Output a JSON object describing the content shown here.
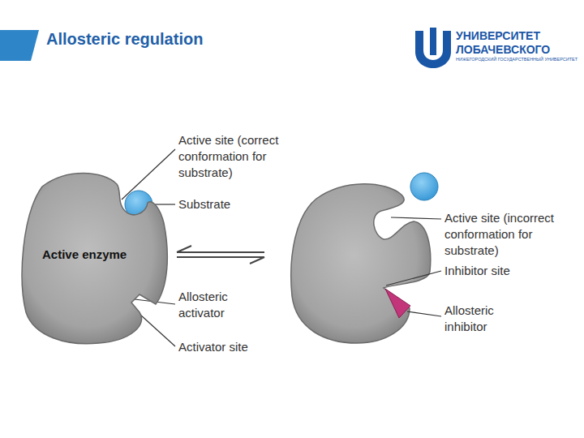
{
  "diagram": {
    "title": "Allosteric regulation",
    "nodes": [
      {
        "text": [
          "Active enzyme"
        ]
      }
    ],
    "labels": [
      "Active site (correct conformation for substrate)",
      "Substrate",
      "Allosteric activator",
      "Activator site",
      "Active site (incorrect conformation for substrate)",
      "Inhibitor site",
      "Allosteric inhibitor",
      "УНИВЕРСИТЕТ",
      "ЛОБАЧЕВСКОГО",
      "НИЖЕГОРОДСКИЙ ГОСУДАРСТВЕННЫЙ УНИВЕРСИТЕТ"
    ]
  }
}
